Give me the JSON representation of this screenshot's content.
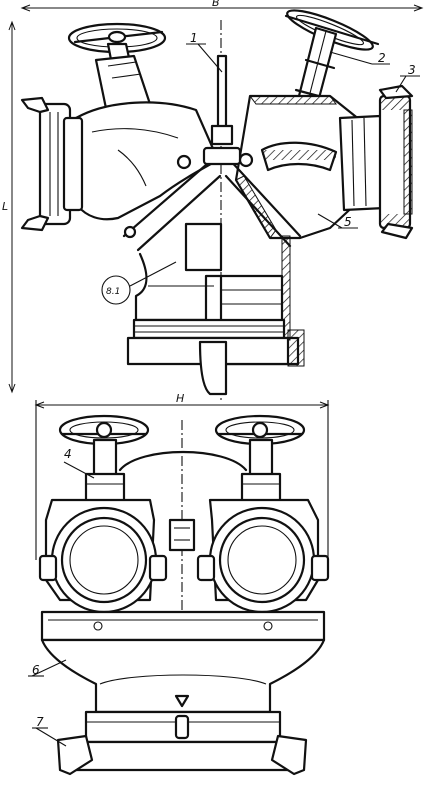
{
  "dimensions": {
    "width_label": "B",
    "length_label": "L",
    "height_label": "H"
  },
  "callouts": {
    "c1": "1",
    "c2": "2",
    "c3": "3",
    "c4": "4",
    "c5": "5",
    "c6": "6",
    "c7": "7",
    "c8": "8.1"
  }
}
